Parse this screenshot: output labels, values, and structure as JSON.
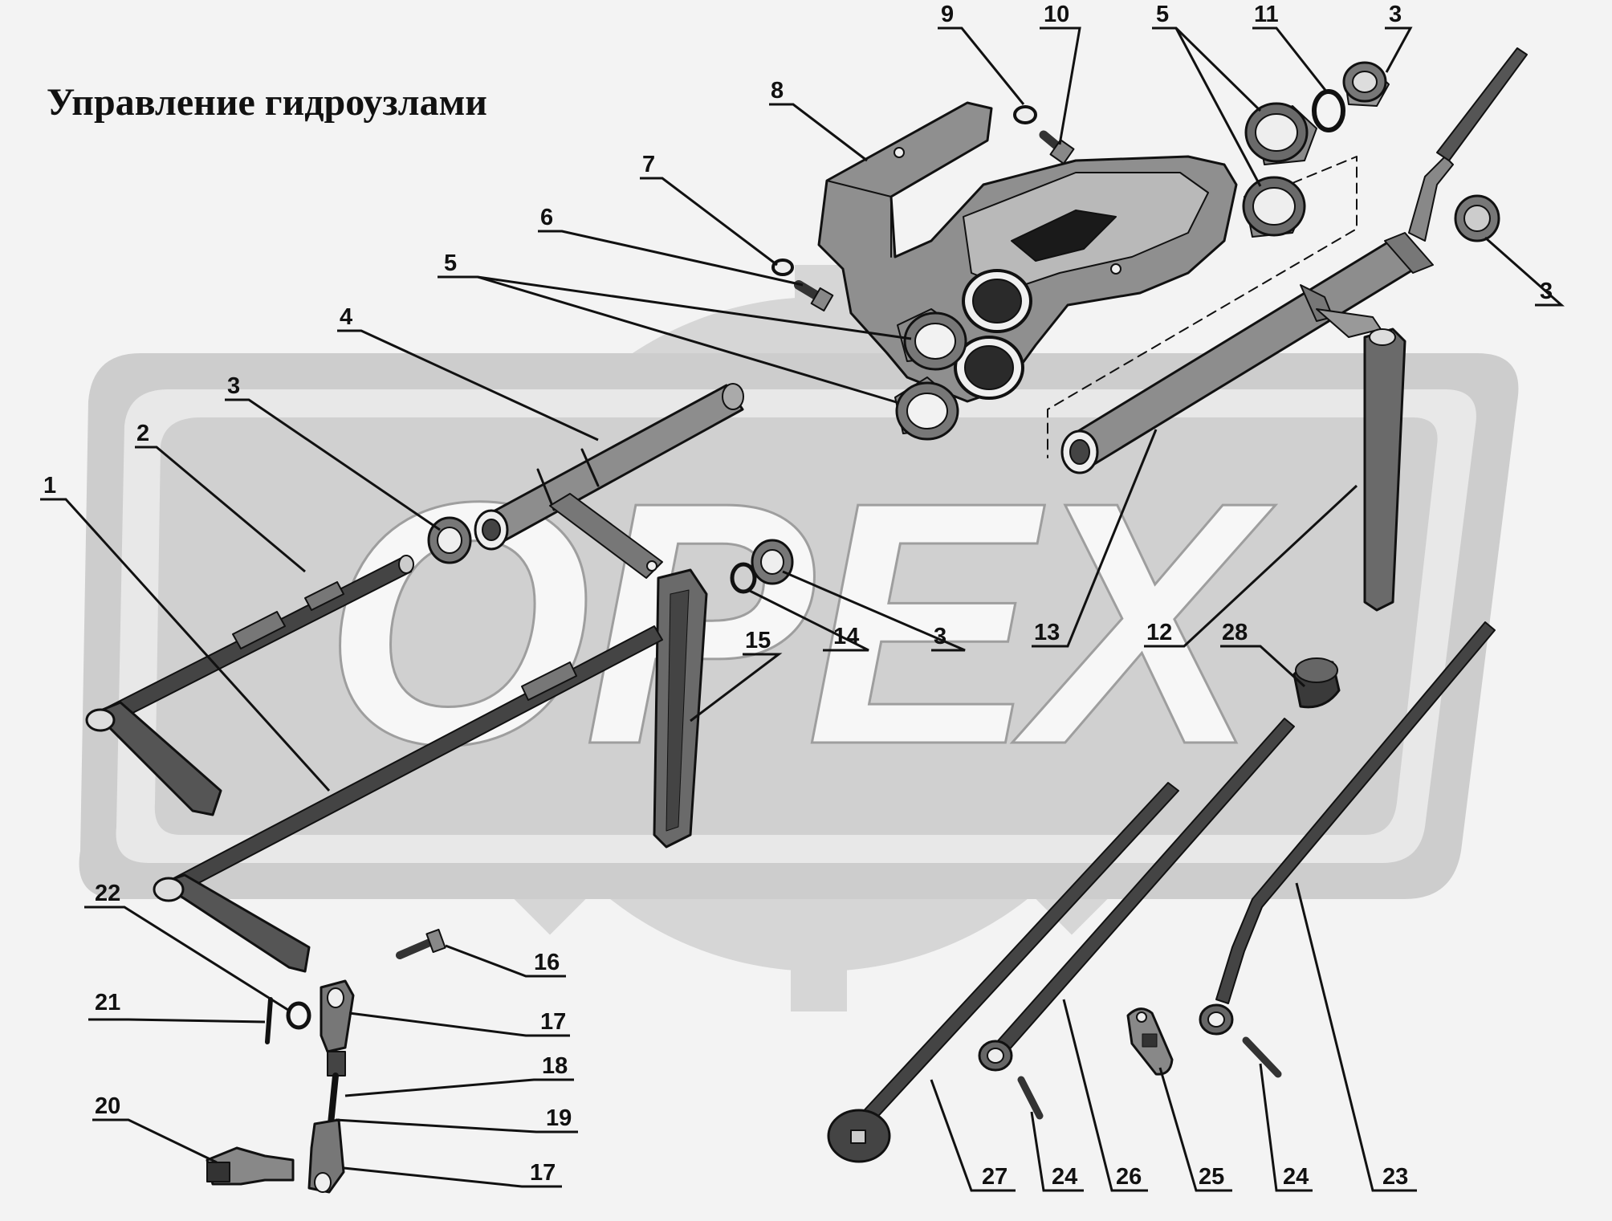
{
  "title": "Управление гидроузлами",
  "watermark": {
    "text": "OPEX",
    "color": "#d4d4d4"
  },
  "colors": {
    "background": "#f3f3f3",
    "ink": "#111111",
    "part_fill": "#9a9a9a",
    "part_dark": "#333333"
  },
  "callouts": [
    {
      "id": "c1",
      "label": "1"
    },
    {
      "id": "c2",
      "label": "2"
    },
    {
      "id": "c3a",
      "label": "3"
    },
    {
      "id": "c4",
      "label": "4"
    },
    {
      "id": "c5a",
      "label": "5"
    },
    {
      "id": "c6",
      "label": "6"
    },
    {
      "id": "c7",
      "label": "7"
    },
    {
      "id": "c8",
      "label": "8"
    },
    {
      "id": "c9",
      "label": "9"
    },
    {
      "id": "c10",
      "label": "10"
    },
    {
      "id": "c5b",
      "label": "5"
    },
    {
      "id": "c11",
      "label": "11"
    },
    {
      "id": "c3b",
      "label": "3"
    },
    {
      "id": "c3c",
      "label": "3"
    },
    {
      "id": "c15",
      "label": "15"
    },
    {
      "id": "c14",
      "label": "14"
    },
    {
      "id": "c3d",
      "label": "3"
    },
    {
      "id": "c13",
      "label": "13"
    },
    {
      "id": "c12",
      "label": "12"
    },
    {
      "id": "c28",
      "label": "28"
    },
    {
      "id": "c22",
      "label": "22"
    },
    {
      "id": "c16",
      "label": "16"
    },
    {
      "id": "c21",
      "label": "21"
    },
    {
      "id": "c17a",
      "label": "17"
    },
    {
      "id": "c18",
      "label": "18"
    },
    {
      "id": "c20",
      "label": "20"
    },
    {
      "id": "c19",
      "label": "19"
    },
    {
      "id": "c17b",
      "label": "17"
    },
    {
      "id": "c27",
      "label": "27"
    },
    {
      "id": "c24a",
      "label": "24"
    },
    {
      "id": "c26",
      "label": "26"
    },
    {
      "id": "c25",
      "label": "25"
    },
    {
      "id": "c24b",
      "label": "24"
    },
    {
      "id": "c23",
      "label": "23"
    }
  ]
}
